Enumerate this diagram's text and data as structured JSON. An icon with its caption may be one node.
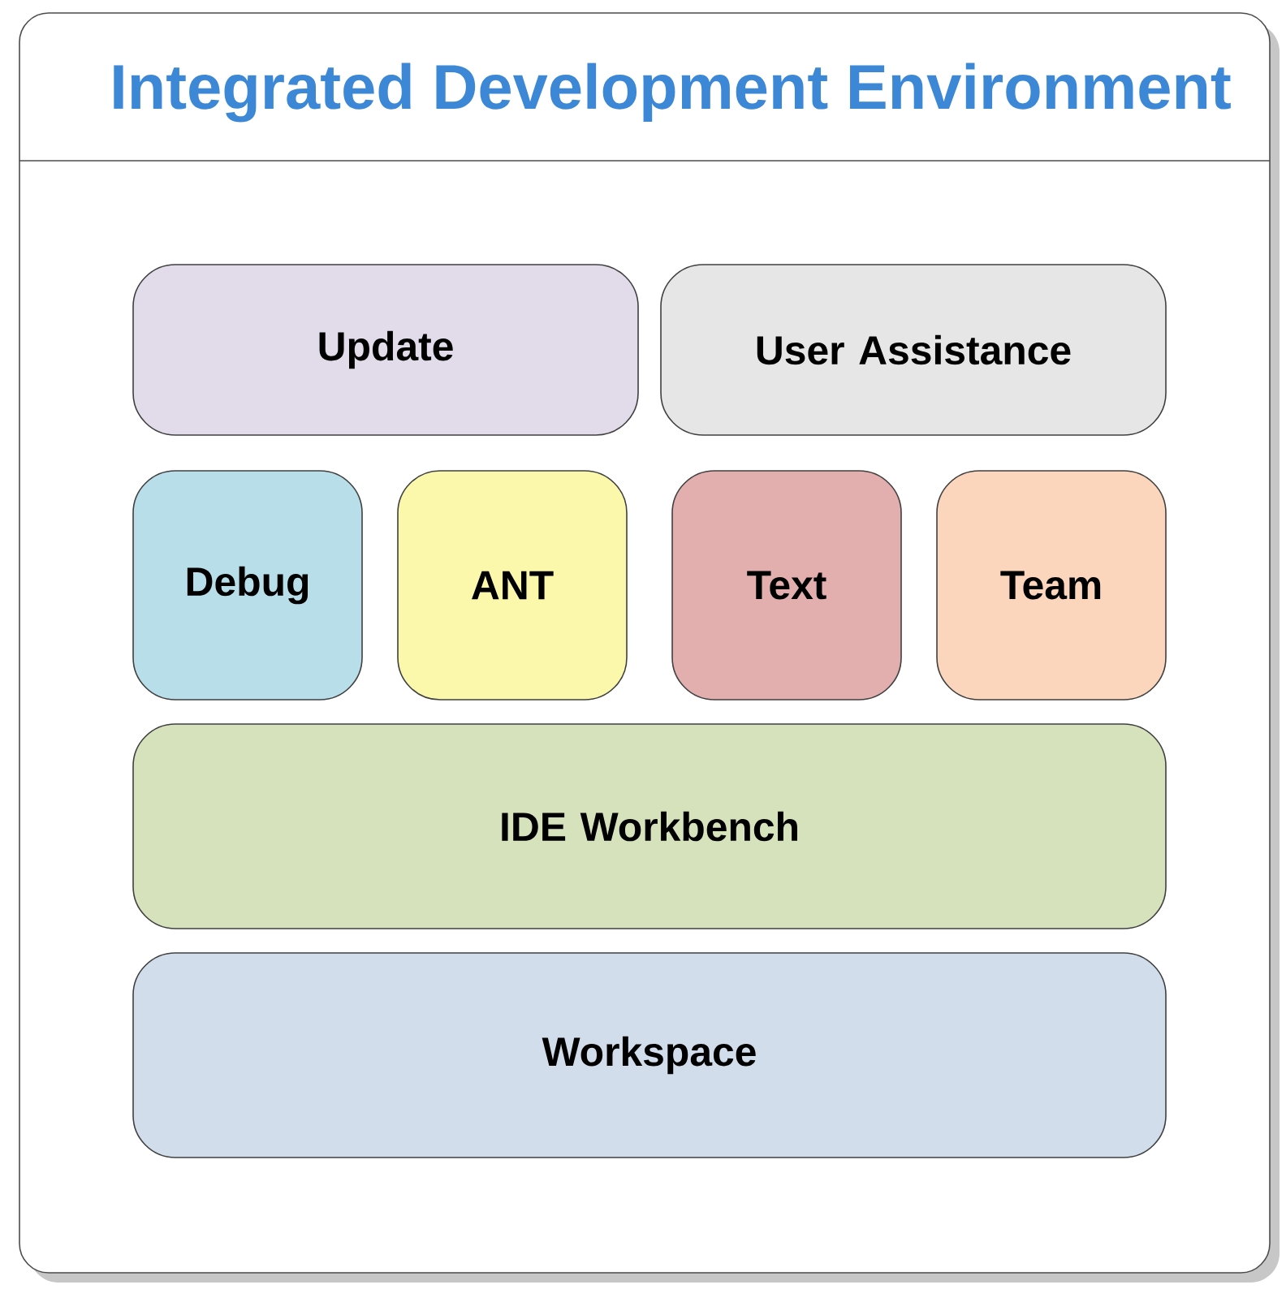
{
  "diagram": {
    "nodes": [
      {
        "text": [
          "Integrated Development Environment"
        ]
      },
      {
        "text": [
          "Update"
        ],
        "in": 0
      },
      {
        "text": [
          "User Assistance"
        ],
        "in": 0
      },
      {
        "text": [
          "Debug"
        ],
        "in": 0
      },
      {
        "text": [
          "ANT"
        ],
        "in": 0
      },
      {
        "text": [
          "Text"
        ],
        "in": 0
      },
      {
        "text": [
          "Team"
        ],
        "in": 0
      },
      {
        "text": [
          "IDE Workbench"
        ],
        "in": 0
      },
      {
        "text": [
          "Workspace"
        ],
        "in": 0
      }
    ]
  }
}
